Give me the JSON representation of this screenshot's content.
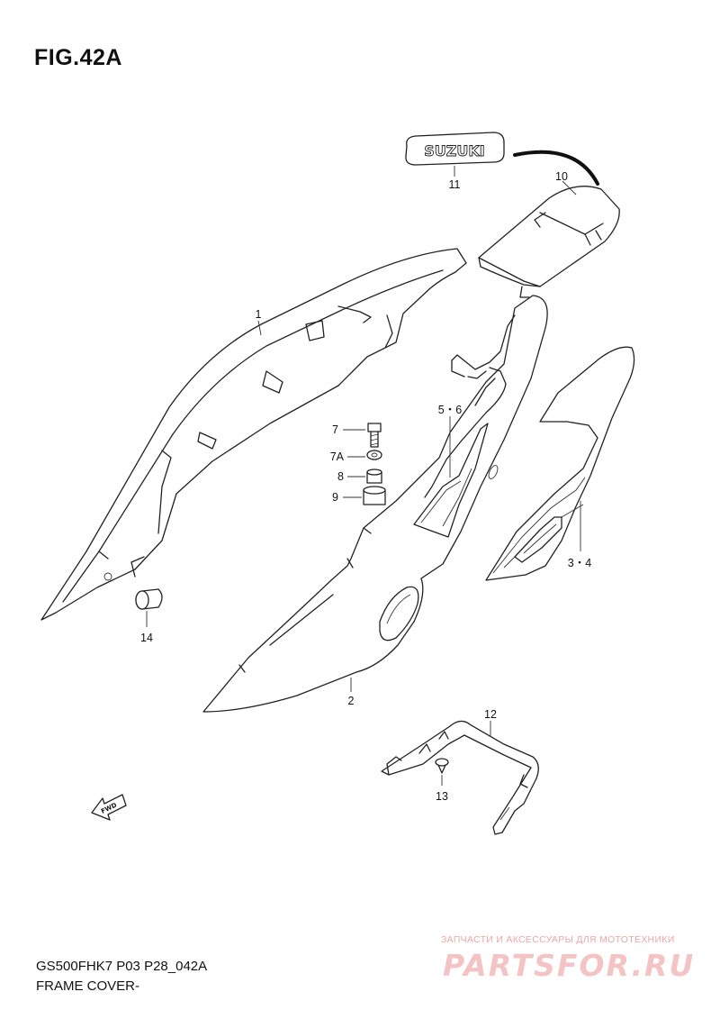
{
  "figure_title": "FIG.42A",
  "footer": {
    "model_code": "GS500FHK7 P03 P28_042A",
    "section_name": "FRAME COVER-"
  },
  "watermark": {
    "tagline": "ЗАПЧАСТИ И АКСЕССУАРЫ ДЛЯ МОТОТЕХНИКИ",
    "site": "PARTSFOR.RU"
  },
  "emblem_text": "SUZUKI",
  "fwd_text": "FWD",
  "callouts": {
    "c1": "1",
    "c2": "2",
    "c3_4": "3・4",
    "c5_6": "5・6",
    "c7": "7",
    "c7a": "7A",
    "c8": "8",
    "c9": "9",
    "c10": "10",
    "c11": "11",
    "c12": "12",
    "c13": "13",
    "c14": "14"
  },
  "colors": {
    "line": "#222222",
    "watermark": "#f4c4c4"
  }
}
